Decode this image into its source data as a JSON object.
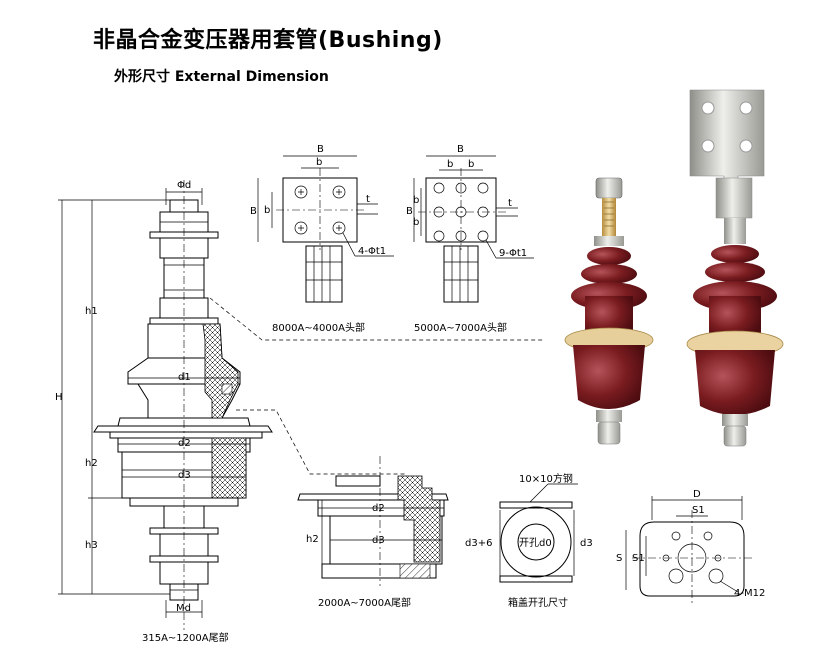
{
  "title": "非晶合金变压器用套管(Bushing)",
  "subtitle": "外形尺寸  External Dimension",
  "main_drawing": {
    "labels": {
      "phi_d": "Φd",
      "h1": "h1",
      "H": "H",
      "h2": "h2",
      "h3": "h3",
      "d1": "d1",
      "d2": "d2",
      "d3": "d3",
      "Md": "Md"
    },
    "caption": "315A~1200A尾部"
  },
  "head_8000": {
    "labels": {
      "B": "B",
      "b": "b",
      "t": "t",
      "holes": "4-Φt1"
    },
    "caption": "8000A~4000A头部"
  },
  "head_5000": {
    "labels": {
      "B": "B",
      "b": "b",
      "t": "t",
      "holes": "9-Φt1"
    },
    "caption": "5000A~7000A头部"
  },
  "tail_2000": {
    "labels": {
      "d2": "d2",
      "d3": "d3",
      "h2": "h2"
    },
    "caption": "2000A~7000A尾部"
  },
  "cutout": {
    "labels": {
      "steel": "10×10方钢",
      "d3_6": "d3+6",
      "hole": "开孔d0",
      "d3": "d3"
    },
    "caption": "箱盖开孔尺寸"
  },
  "flange": {
    "labels": {
      "D": "D",
      "S1": "S1",
      "S": "S",
      "M12": "4-M12"
    }
  },
  "colors": {
    "porcelain": "#7a1c20",
    "porcelain_light": "#a8454a",
    "metal": "#c9c9c4",
    "brass": "#d8b46a"
  }
}
